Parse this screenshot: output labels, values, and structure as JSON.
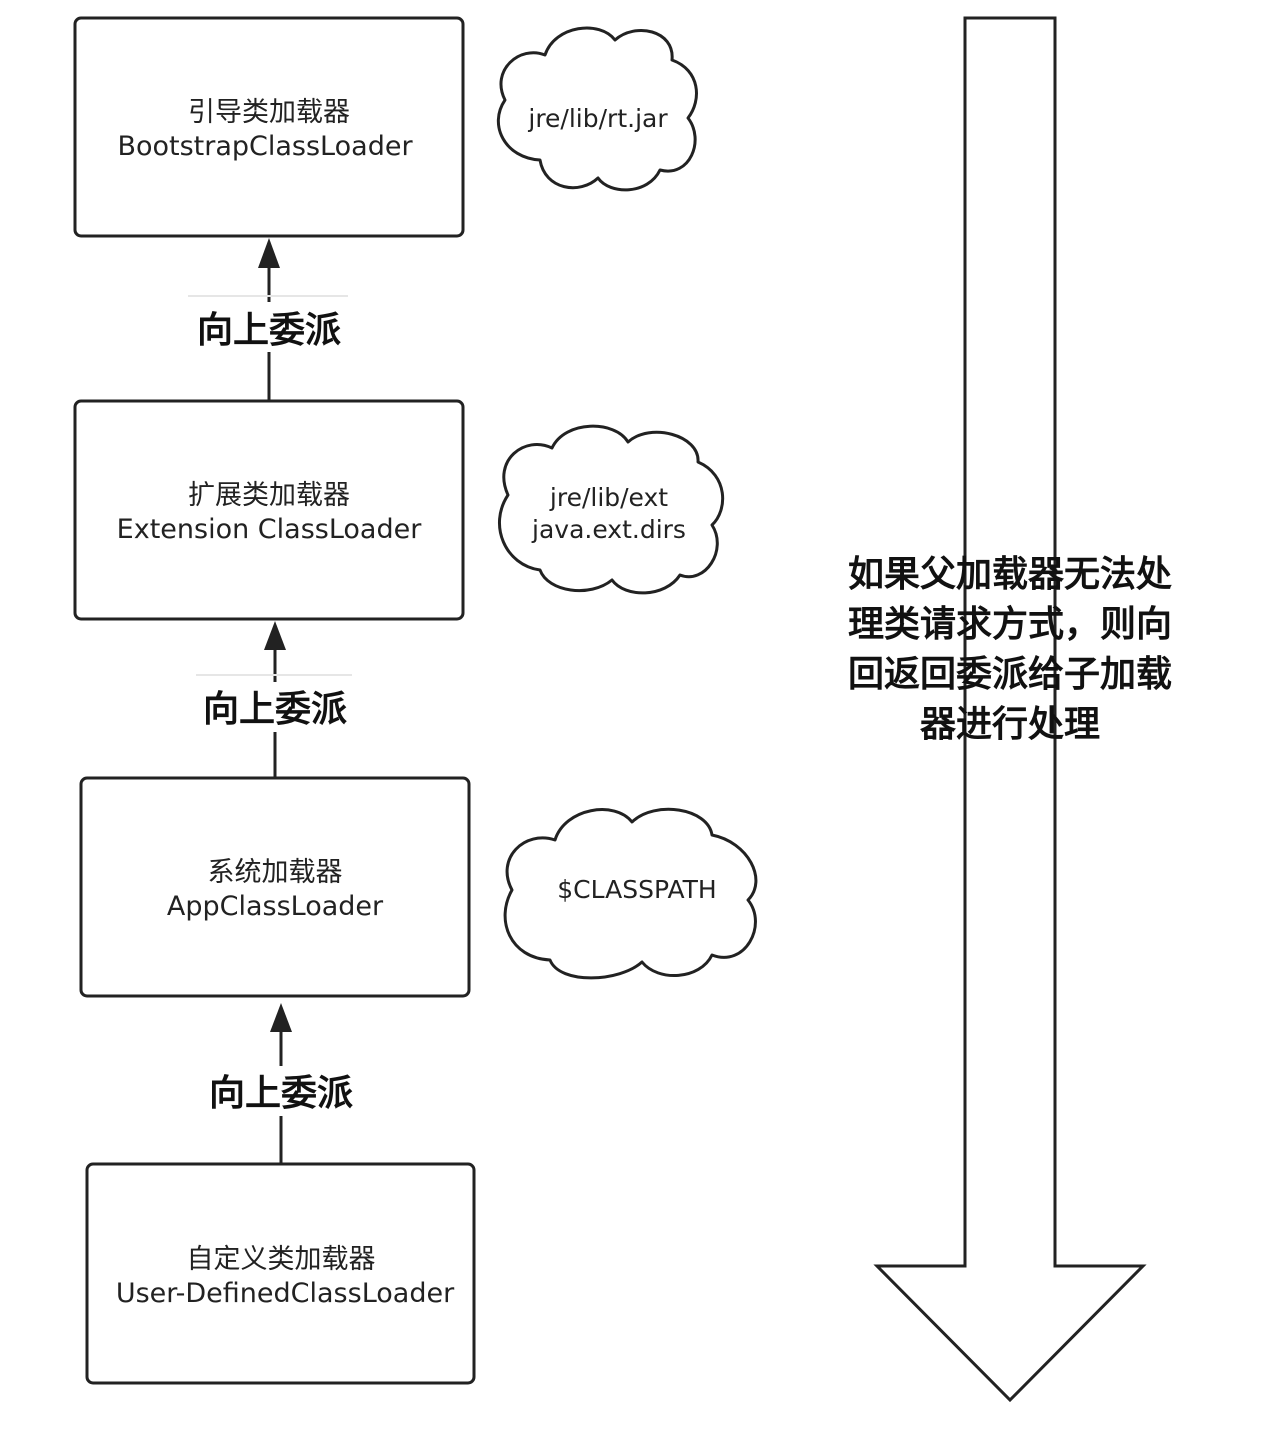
{
  "loaders": [
    {
      "name_zh": "引导类加载器",
      "name_en": "BootstrapClassLoader"
    },
    {
      "name_zh": "扩展类加载器",
      "name_en": "Extension ClassLoader"
    },
    {
      "name_zh": "系统加载器",
      "name_en": "AppClassLoader"
    },
    {
      "name_zh": "自定义类加载器",
      "name_en": "User-DefinedClassLoader"
    }
  ],
  "clouds": [
    {
      "lines": [
        "jre/lib/rt.jar"
      ]
    },
    {
      "lines": [
        "jre/lib/ext",
        "java.ext.dirs"
      ]
    },
    {
      "lines": [
        "$CLASSPATH"
      ]
    }
  ],
  "edges": [
    {
      "label": "向上委派"
    },
    {
      "label": "向上委派"
    },
    {
      "label": "向上委派"
    }
  ],
  "side_note": {
    "lines": [
      "如果父加载器无法处",
      "理类请求方式，则向",
      "回返回委派给子加载",
      "器进行处理"
    ]
  }
}
